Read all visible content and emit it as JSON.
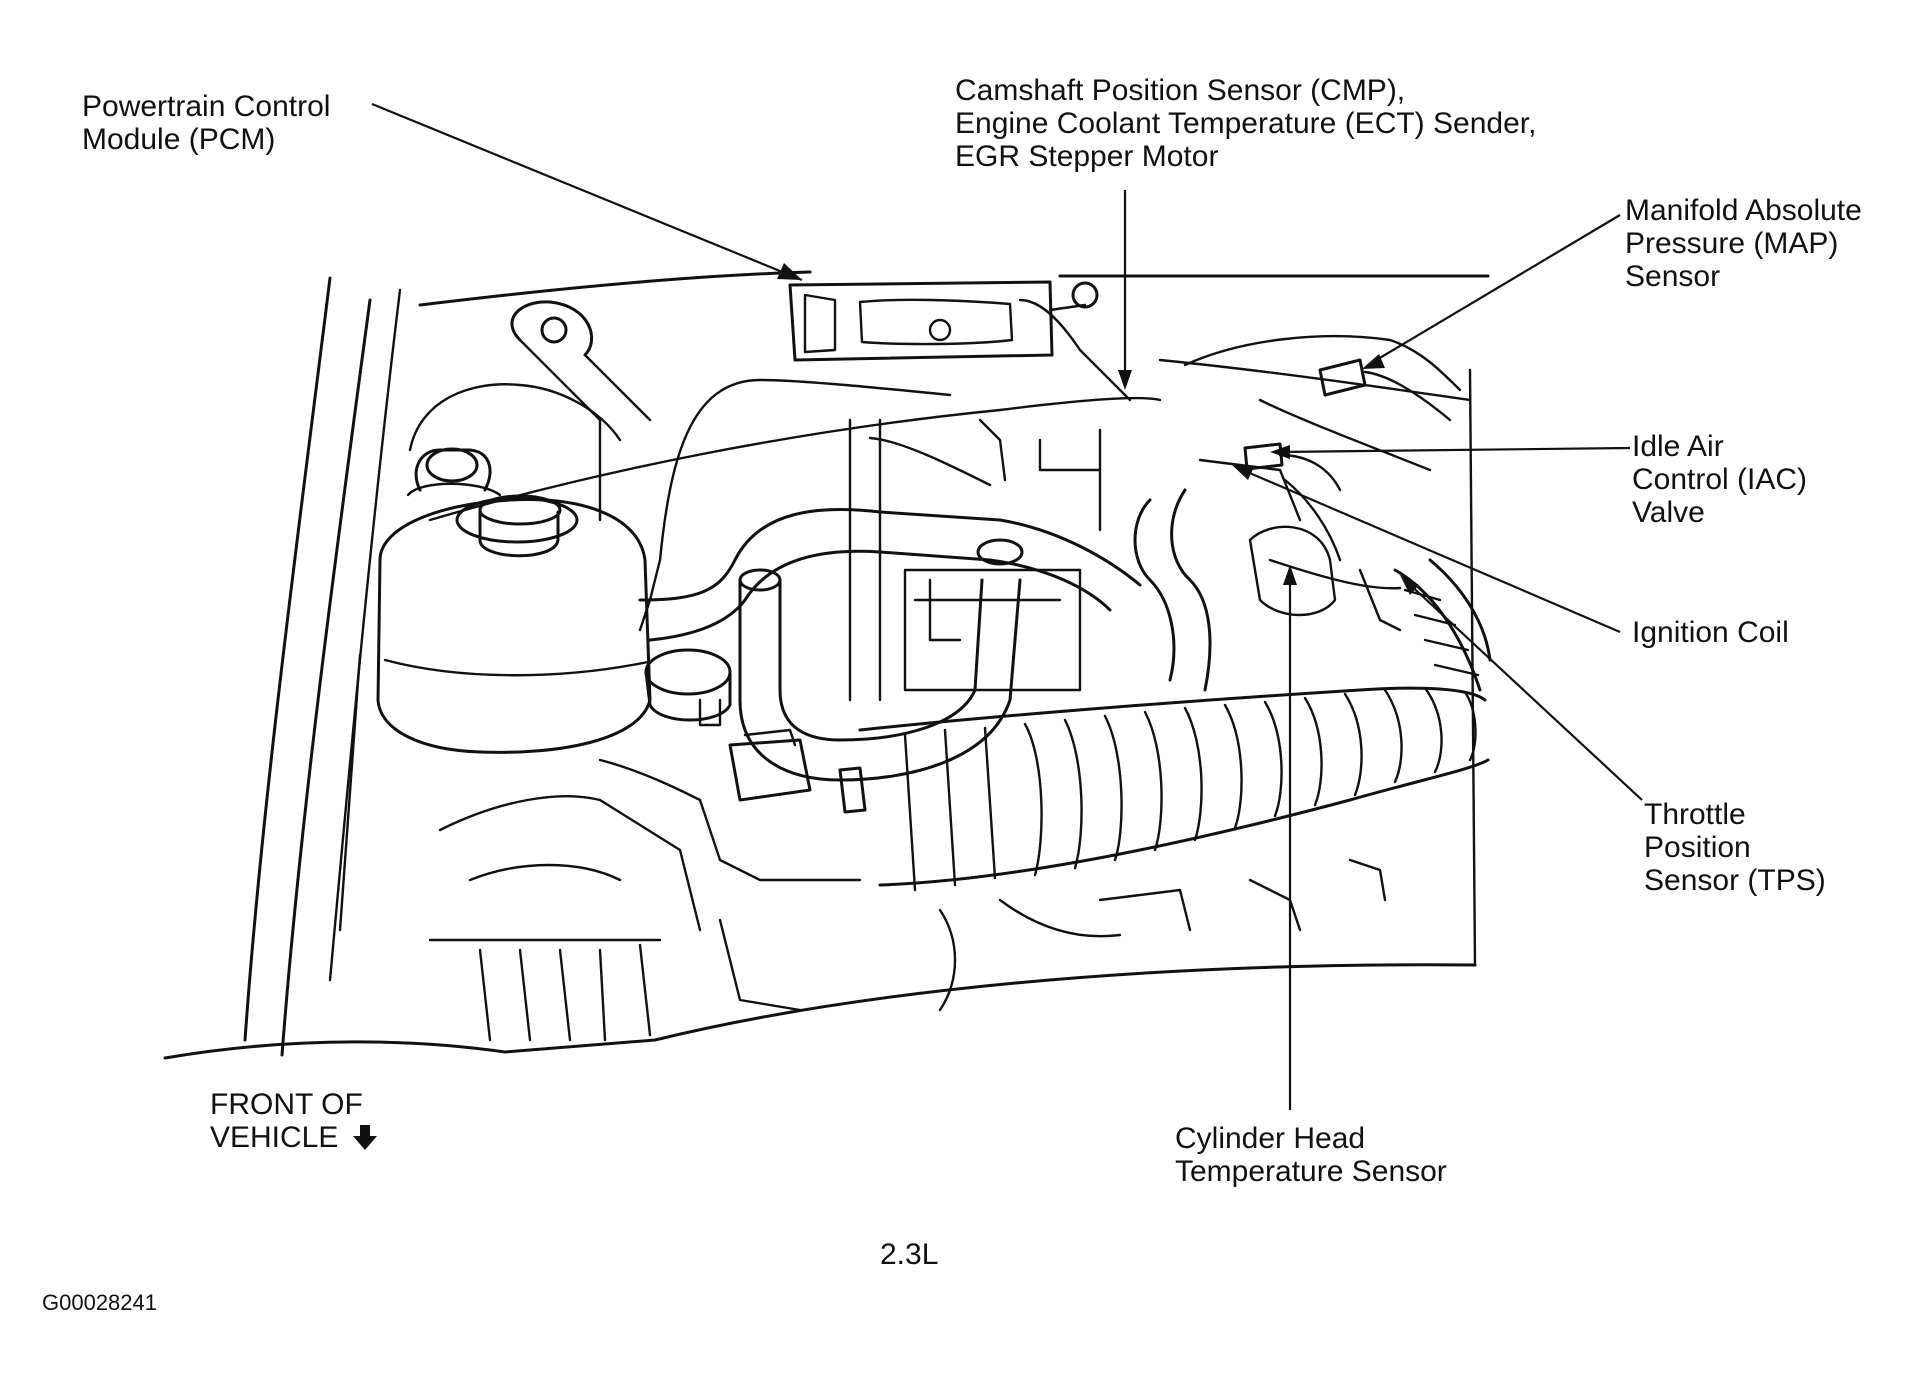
{
  "labels": {
    "pcm": [
      "Powertrain Control",
      "Module (PCM)"
    ],
    "cmp": [
      "Camshaft Position Sensor (CMP),",
      "Engine Coolant Temperature (ECT) Sender,",
      "EGR Stepper Motor"
    ],
    "map": [
      "Manifold Absolute",
      "Pressure (MAP)",
      "Sensor"
    ],
    "iac": [
      "Idle Air",
      "Control (IAC)",
      "Valve"
    ],
    "coil": [
      "Ignition Coil"
    ],
    "tps": [
      "Throttle",
      "Position",
      "Sensor (TPS)"
    ],
    "cht": [
      "Cylinder Head",
      "Temperature Sensor"
    ],
    "front": [
      "FRONT OF",
      "VEHICLE"
    ]
  },
  "engine_caption": "2.3L",
  "figure_id": "G00028241",
  "icons": {
    "front_arrow": "down-arrow-icon"
  }
}
